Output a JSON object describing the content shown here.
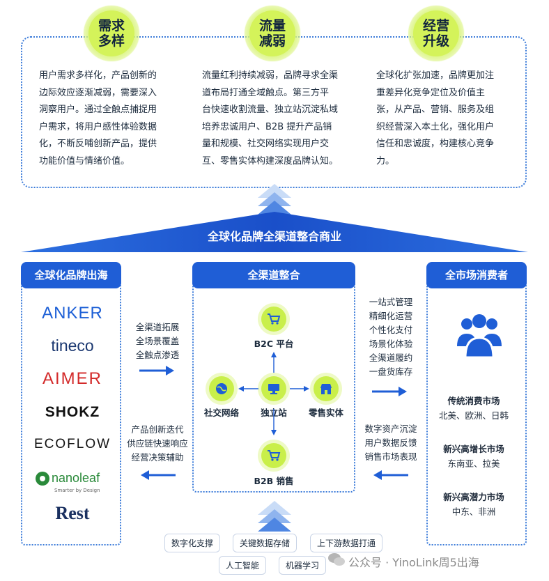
{
  "top": {
    "circles": [
      "需求\n多样",
      "流量\n减弱",
      "经营\n升级"
    ],
    "col1": [
      "用户需求多样化，产品创新的",
      "边际效应逐渐减弱，需要深入",
      "洞察用户。通过全触点捕捉用",
      "户需求，将用户感性体验数据",
      "化，不断反哺创新产品，提供",
      "功能价值与情绪价值。"
    ],
    "col2": [
      "流量红利持续减弱，品牌寻求全渠",
      "道布局打通全域触点。第三方平",
      "台快速收割流量、独立站沉淀私域",
      "培养忠诚用户、B2B 提升产品销",
      "量和规模、社交网络实现用户交",
      "互、零售实体构建深度品牌认知。"
    ],
    "col3": [
      "全球化扩张加速，品牌更加注",
      "重差异化竞争定位及价值主",
      "张，从产品、营销、服务及组",
      "织经营深入本土化，强化用户",
      "信任和忠诚度，构建核心竞争",
      "力。"
    ]
  },
  "banner": "全球化品牌全渠道整合商业",
  "left_panel": {
    "title": "全球化品牌出海",
    "brands": [
      "ANKER",
      "tineco",
      "AIMER",
      "SHOKZ",
      "ECOFLOW",
      "nanoleaf",
      "Smarter by Design",
      "Rest"
    ]
  },
  "left_mid": {
    "top": [
      "全渠道拓展",
      "全场景覆盖",
      "全触点渗透"
    ],
    "bottom": [
      "产品创新迭代",
      "供应链快速响应",
      "经营决策辅助"
    ]
  },
  "center_panel": {
    "title": "全渠道整合",
    "b2c": "B2C 平台",
    "social": "社交网络",
    "site": "独立站",
    "retail": "零售实体",
    "b2b": "B2B 销售"
  },
  "right_mid": {
    "top": [
      "一站式管理",
      "精细化运营",
      "个性化支付",
      "场景化体验",
      "全渠道履约",
      "一盘货库存"
    ],
    "bottom": [
      "数字资产沉淀",
      "用户数据反馈",
      "销售市场表现"
    ]
  },
  "right_panel": {
    "title": "全市场消费者",
    "regions": [
      {
        "title": "传统消费市场",
        "sub": "北美、欧洲、日韩"
      },
      {
        "title": "新兴高增长市场",
        "sub": "东南亚、拉美"
      },
      {
        "title": "新兴高潜力市场",
        "sub": "中东、非洲"
      }
    ]
  },
  "bottom_tags": [
    "数字化支撑",
    "关键数据存储",
    "上下游数据打通",
    "人工智能",
    "机器学习"
  ],
  "watermark": "公众号 · YinoLink周5出海",
  "colors": {
    "primary": "#1f5ed6",
    "accent": "#d4f35a",
    "dotted": "#3b7bd9"
  }
}
